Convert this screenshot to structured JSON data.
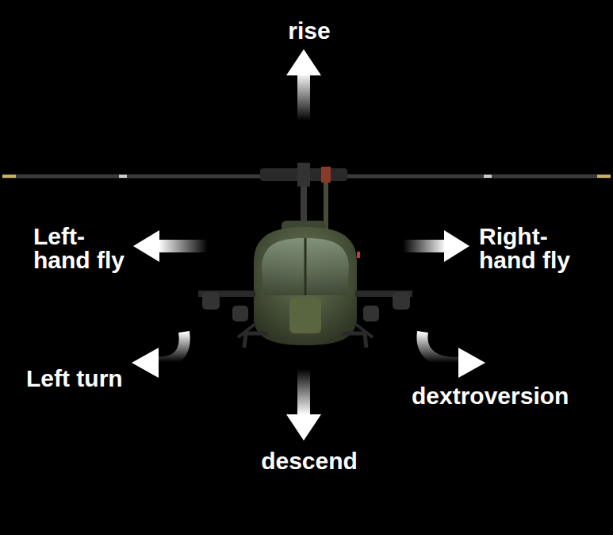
{
  "diagram": {
    "labels": [
      "rise",
      "Left-hand fly",
      "Right-hand fly",
      "Left turn",
      "dextroversion",
      "descend"
    ]
  }
}
